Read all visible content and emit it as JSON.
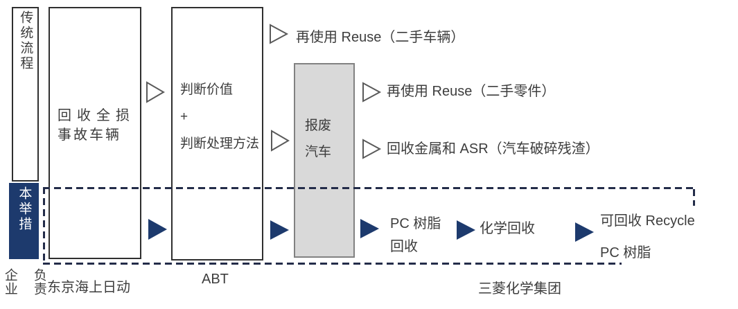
{
  "colors": {
    "navy": "#1d3a6d",
    "dash": "#232c49",
    "gray_fill": "#d9d9d9",
    "gray_border": "#818181",
    "box_border": "#2f2f2f",
    "text": "#3d3d3d",
    "white": "#ffffff"
  },
  "left_rail": {
    "traditional_label": "传统流程",
    "initiative_label": "本举措"
  },
  "boxes": {
    "collect": {
      "line1": "回收全损",
      "line2": "事故车辆"
    },
    "judge": {
      "line1": "判断价值",
      "line2": "+",
      "line3": "判断处理方法"
    },
    "scrap": {
      "line1": "报废",
      "line2": "汽车"
    }
  },
  "traditional_outputs": [
    "再使用 Reuse（二手车辆）",
    "再使用 Reuse（二手零件）",
    "回收金属和 ASR（汽车破碎残渣）"
  ],
  "initiative_flow": {
    "pc_recovery_line1": "PC 树脂",
    "pc_recovery_line2": "回收",
    "chemical_recycle": "化学回收",
    "recycled_line1": "可回收 Recycle",
    "recycled_line2": "PC 树脂"
  },
  "footer": {
    "responsible_prefix": "企业",
    "responsible_suffix": "负责",
    "company_left": "东京海上日动",
    "company_middle": "ABT",
    "company_right": "三菱化学集团"
  }
}
